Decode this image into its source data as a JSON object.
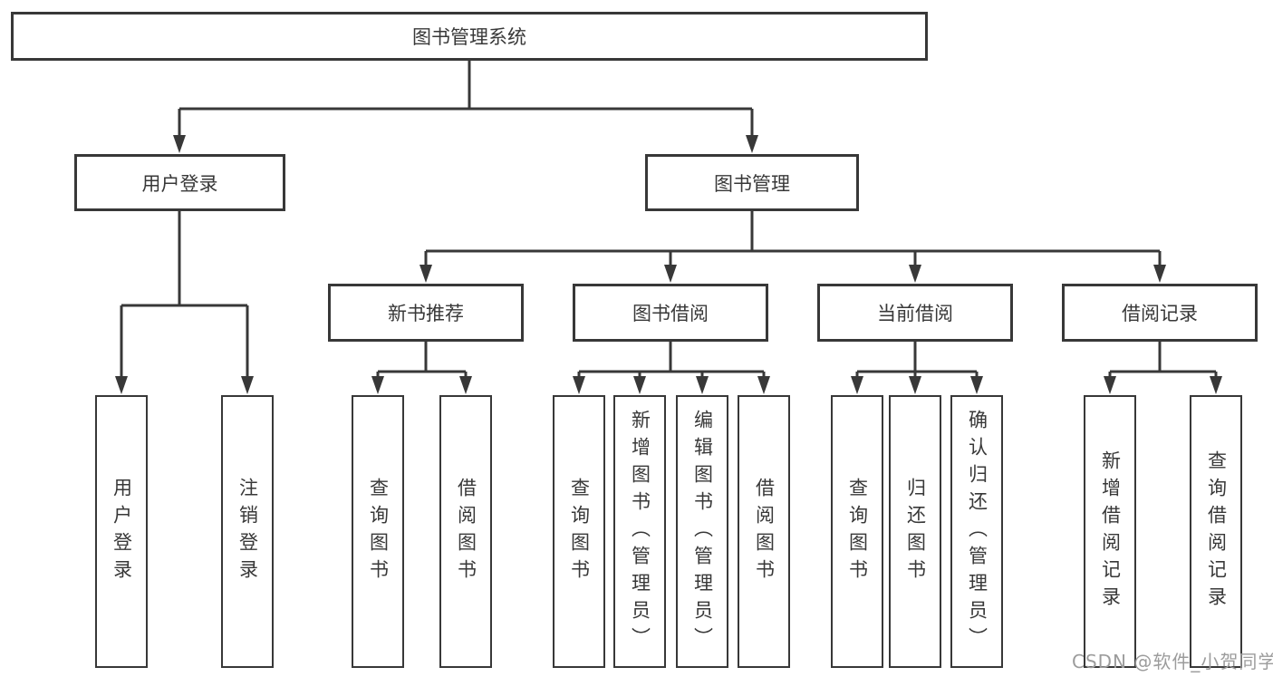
{
  "diagram": {
    "root": {
      "label": "图书管理系统"
    },
    "level1": [
      {
        "label": "用户登录"
      },
      {
        "label": "图书管理"
      }
    ],
    "level2": [
      {
        "label": "新书推荐"
      },
      {
        "label": "图书借阅"
      },
      {
        "label": "当前借阅"
      },
      {
        "label": "借阅记录"
      }
    ],
    "leaves": [
      {
        "label": "用户登录"
      },
      {
        "label": "注销登录"
      },
      {
        "label": "查询图书"
      },
      {
        "label": "借阅图书"
      },
      {
        "label": "查询图书"
      },
      {
        "label": "新增图书（管理员）"
      },
      {
        "label": "编辑图书（管理员）"
      },
      {
        "label": "借阅图书"
      },
      {
        "label": "查询图书"
      },
      {
        "label": "归还图书"
      },
      {
        "label": "确认归还（管理员）"
      },
      {
        "label": "新增借阅记录"
      },
      {
        "label": "查询借阅记录"
      }
    ]
  },
  "watermark": {
    "text": "CSDN @软件_小贺同学",
    "color": "#9c9c9c"
  },
  "colors": {
    "line": "#383838",
    "border": "#383838",
    "text": "#383838",
    "background": "#ffffff"
  }
}
